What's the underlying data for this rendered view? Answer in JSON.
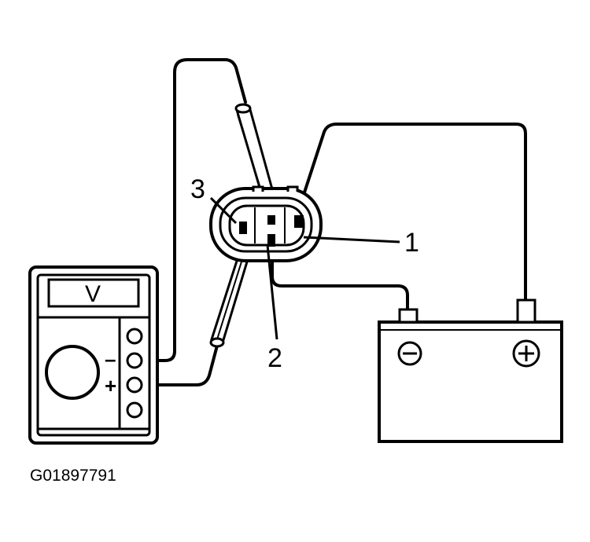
{
  "diagram": {
    "figure_code": "G01897791",
    "meter_display": "V",
    "meter_minus": "–",
    "meter_plus": "+",
    "terminal_labels": [
      "1",
      "2",
      "3"
    ],
    "battery_negative": "⊖",
    "battery_positive": "⊕"
  }
}
